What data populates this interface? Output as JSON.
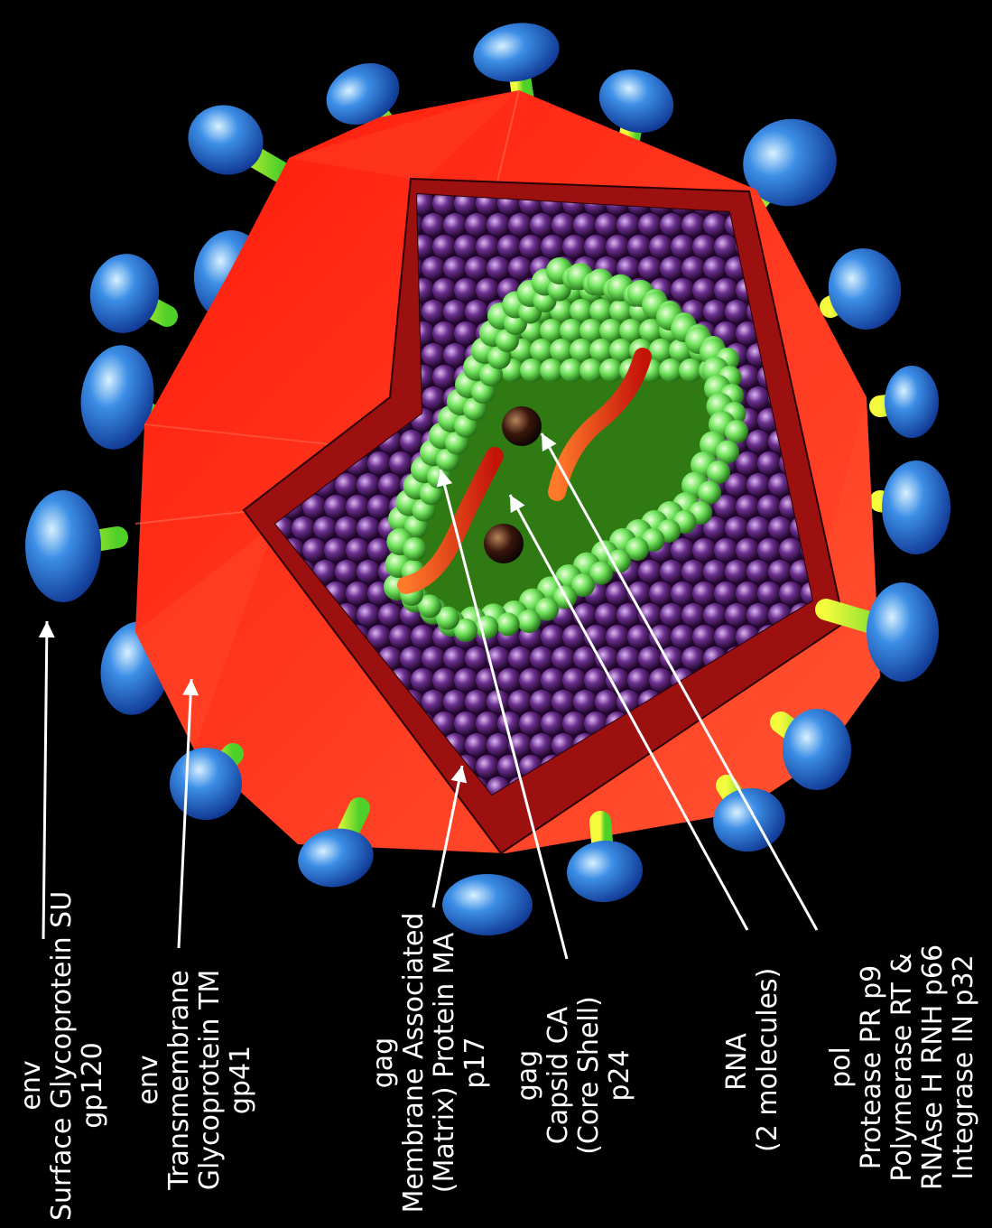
{
  "colors": {
    "background": "#000000",
    "envelope": "#ff2a1a",
    "envelope_dark": "#8a0a0a",
    "matrix": "#5a2a78",
    "capsid": "#6fe05a",
    "capsid_fill": "#2f7a12",
    "spike_head": "#2e78d8",
    "spike_stalk": "#d8ef30",
    "rna": "#e8431c",
    "enzyme": "#2a0d08",
    "arrow": "#ffffff"
  },
  "labels": [
    {
      "id": "su",
      "lines": [
        "env",
        "Surface Glycoprotein SU",
        "gp120"
      ]
    },
    {
      "id": "tm",
      "lines": [
        "env",
        "Transmembrane",
        "Glycoprotein TM",
        "gp41"
      ]
    },
    {
      "id": "ma",
      "lines": [
        "gag",
        "Membrane Associated",
        "(Matrix) Protein MA",
        "p17"
      ]
    },
    {
      "id": "ca",
      "lines": [
        "gag",
        "Capsid CA",
        "(Core Shell)",
        "p24"
      ]
    },
    {
      "id": "rna",
      "lines": [
        "RNA",
        "(2 molecules)"
      ]
    },
    {
      "id": "pol",
      "lines": [
        "pol",
        "Protease PR p9",
        "Polymerase RT &",
        "RNAse H RNH p66",
        "Integrase IN p32"
      ]
    }
  ]
}
